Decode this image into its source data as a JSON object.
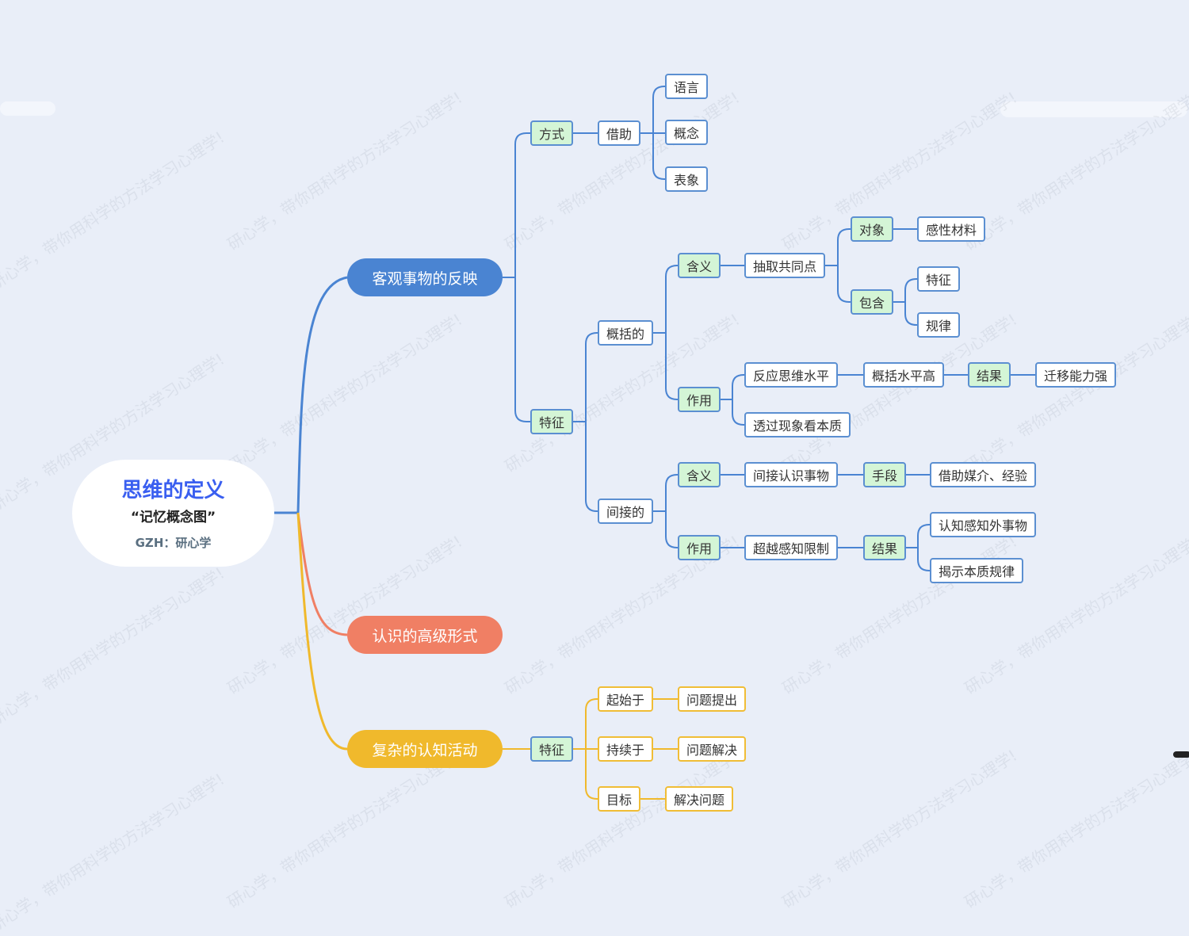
{
  "root": {
    "title": "思维的定义",
    "subtitle": "“记忆概念图”",
    "author": "GZH：研心学"
  },
  "watermark": "研心学，带你用科学的方法学习心理学!",
  "colors": {
    "blue": "#4a84d2",
    "orange": "#f07f64",
    "yellow": "#f0b92c",
    "leaf_fill": "#ffffff",
    "group_fill": "#d4f5d6",
    "title_blue": "#3a5ff0"
  },
  "branches": {
    "b1": {
      "label": "客观事物的反映"
    },
    "b2": {
      "label": "认识的高级形式"
    },
    "b3": {
      "label": "复杂的认知活动"
    }
  },
  "nodes": {
    "fangshi": "方式",
    "jiezhu": "借助",
    "yuyan": "语言",
    "gainian": "概念",
    "biaoxiang": "表象",
    "tezheng1": "特征",
    "gaikuode": "概括的",
    "hanyi1": "含义",
    "chouqu": "抽取共同点",
    "duixiang": "对象",
    "ganxing": "感性材料",
    "baohan": "包含",
    "tezheng2": "特征",
    "guilv": "规律",
    "zuoyong1": "作用",
    "fanying": "反应思维水平",
    "gaikuoshuiping": "概括水平高",
    "jieguo1": "结果",
    "qianyi": "迁移能力强",
    "touguo": "透过现象看本质",
    "jianjiede": "间接的",
    "hanyi2": "含义",
    "jianjie_renshi": "间接认识事物",
    "shouduan": "手段",
    "jiezhu_meijie": "借助媒介、经验",
    "zuoyong2": "作用",
    "chaoyue": "超越感知限制",
    "jieguo2": "结果",
    "renzhi_ganzhi": "认知感知外事物",
    "jieshi": "揭示本质规律",
    "tezheng3": "特征",
    "qishiyu": "起始于",
    "wentitichu": "问题提出",
    "chixuyu": "持续于",
    "wentijiejue": "问题解决",
    "mubiao": "目标",
    "jiejuewenti": "解决问题"
  }
}
